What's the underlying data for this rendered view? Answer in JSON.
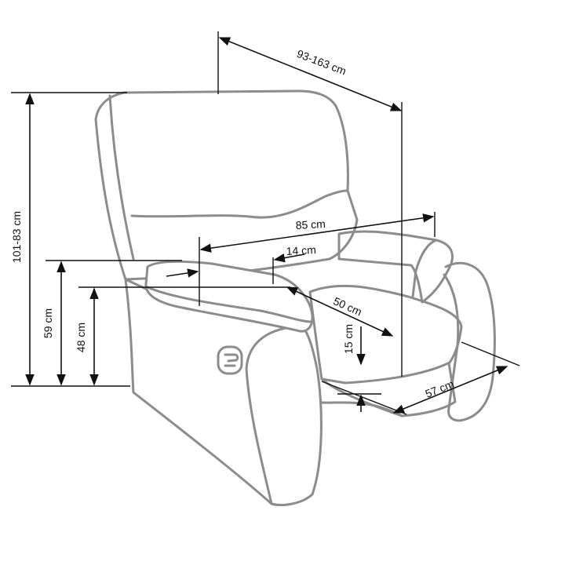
{
  "dimensions": {
    "depth_reclined": "93-163 cm",
    "height": "101-83 cm",
    "armrest_height": "59 cm",
    "seat_height": "48 cm",
    "width": "85 cm",
    "armrest_width": "14 cm",
    "seat_depth": "50 cm",
    "leg_clearance": "15 cm",
    "seat_width": "57 cm"
  }
}
